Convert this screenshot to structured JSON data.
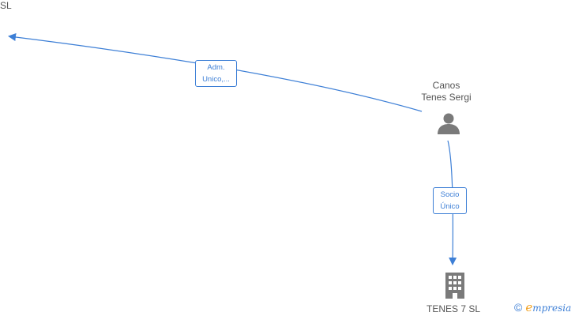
{
  "nodes": {
    "company_top_left": {
      "label": "SL"
    },
    "person": {
      "label_line1": "Canos",
      "label_line2": "Tenes Sergi"
    },
    "company_bottom": {
      "label": "TENES 7  SL"
    }
  },
  "edges": {
    "adm": {
      "line1": "Adm.",
      "line2": "Unico,..."
    },
    "socio": {
      "line1": "Socio",
      "line2": "Único"
    }
  },
  "watermark": {
    "symbol": "©",
    "brand_first": "e",
    "brand_rest": "mpresia"
  },
  "colors": {
    "edge": "#3d7fd6",
    "icon": "#7a7a7a",
    "brand_orange": "#f2a01f"
  }
}
